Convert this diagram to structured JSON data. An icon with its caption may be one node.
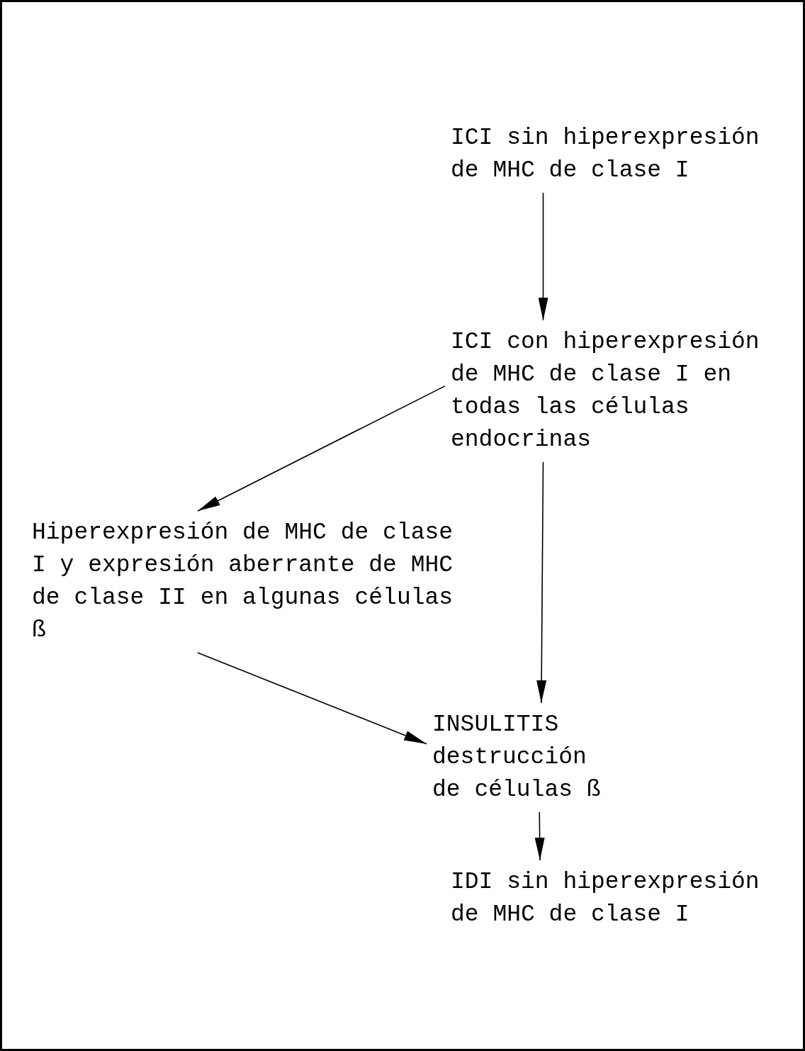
{
  "diagram": {
    "nodes": [
      {
        "text": [
          "ICI sin hiperexpresión de MHC de clase I"
        ]
      },
      {
        "text": [
          "ICI con hiperexpresión de MHC de clase I en todas las células endocrinas"
        ]
      },
      {
        "text": [
          "Hiperexpresión de MHC de clase I y expresión aberrante de MHC de clase II en algunas células ß"
        ]
      },
      {
        "text": [
          "INSULITIS",
          "destrucción de células ß"
        ]
      },
      {
        "text": [
          "IDI sin hiperexpresión de MHC de clase I"
        ]
      }
    ],
    "edges": [
      {
        "from": 0,
        "to": 1,
        "arrow": "to"
      },
      {
        "from": 1,
        "to": 2,
        "arrow": "to"
      },
      {
        "from": 1,
        "to": 3,
        "arrow": "to"
      },
      {
        "from": 2,
        "to": 3,
        "arrow": "to"
      },
      {
        "from": 3,
        "to": 4,
        "arrow": "to"
      }
    ]
  }
}
